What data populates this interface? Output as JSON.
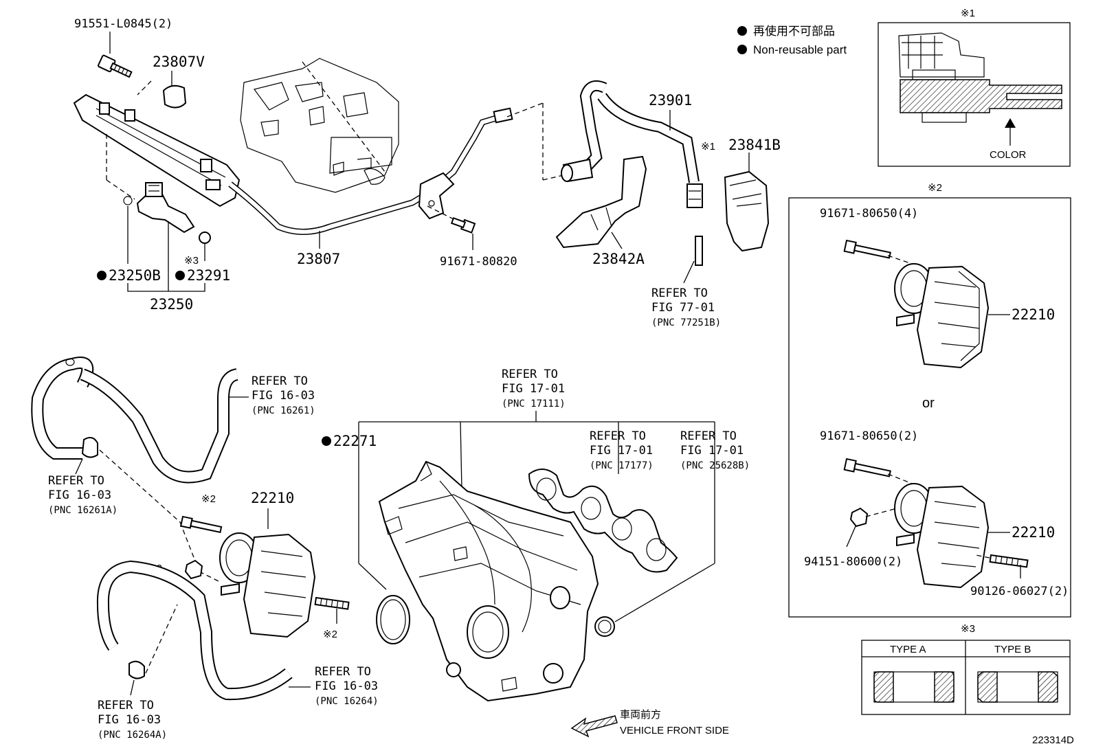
{
  "legend": {
    "bullet_jp": "再使用不可部品",
    "bullet_en": "Non-reusable part"
  },
  "notes": {
    "note1_mark": "※1",
    "note1_caption": "COLOR",
    "note2_mark": "※2",
    "note3_mark": "※3",
    "type_a": "TYPE A",
    "type_b": "TYPE B",
    "or": "or"
  },
  "parts": {
    "p91551": "91551-L0845(2)",
    "p23807V": "23807V",
    "p23807": "23807",
    "p23250B": "23250B",
    "p23291": "23291",
    "p23291_mark": "※3",
    "p23250": "23250",
    "p91671_80820": "91671-80820",
    "p23901": "23901",
    "p23841B": "23841B",
    "p23841B_mark": "※1",
    "p23842A": "23842A",
    "p22271": "22271",
    "p22210_main": "22210",
    "p22210_main_mark": "※2",
    "bolt_mark_a": "※2",
    "bolt_mark_b": "※2",
    "p91671_4": "91671-80650(4)",
    "p22210_a": "22210",
    "p91671_2": "91671-80650(2)",
    "p22210_b": "22210",
    "p94151": "94151-80600(2)",
    "p90126": "90126-06027(2)"
  },
  "refs": {
    "r77": {
      "l1": "REFER TO",
      "l2": "FIG 77-01",
      "l3": "(PNC 77251B)"
    },
    "r16261": {
      "l1": "REFER TO",
      "l2": "FIG 16-03",
      "l3": "(PNC 16261)"
    },
    "r16261A": {
      "l1": "REFER TO",
      "l2": "FIG 16-03",
      "l3": "(PNC 16261A)"
    },
    "r17111": {
      "l1": "REFER TO",
      "l2": "FIG 17-01",
      "l3": "(PNC 17111)"
    },
    "r17177": {
      "l1": "REFER TO",
      "l2": "FIG 17-01",
      "l3": "(PNC 17177)"
    },
    "r25628B": {
      "l1": "REFER TO",
      "l2": "FIG 17-01",
      "l3": "(PNC 25628B)"
    },
    "r16264": {
      "l1": "REFER TO",
      "l2": "FIG 16-03",
      "l3": "(PNC 16264)"
    },
    "r16264A": {
      "l1": "REFER TO",
      "l2": "FIG 16-03",
      "l3": "(PNC 16264A)"
    }
  },
  "direction": {
    "jp": "車両前方",
    "en": "VEHICLE FRONT SIDE"
  },
  "diagram_id": "223314D"
}
